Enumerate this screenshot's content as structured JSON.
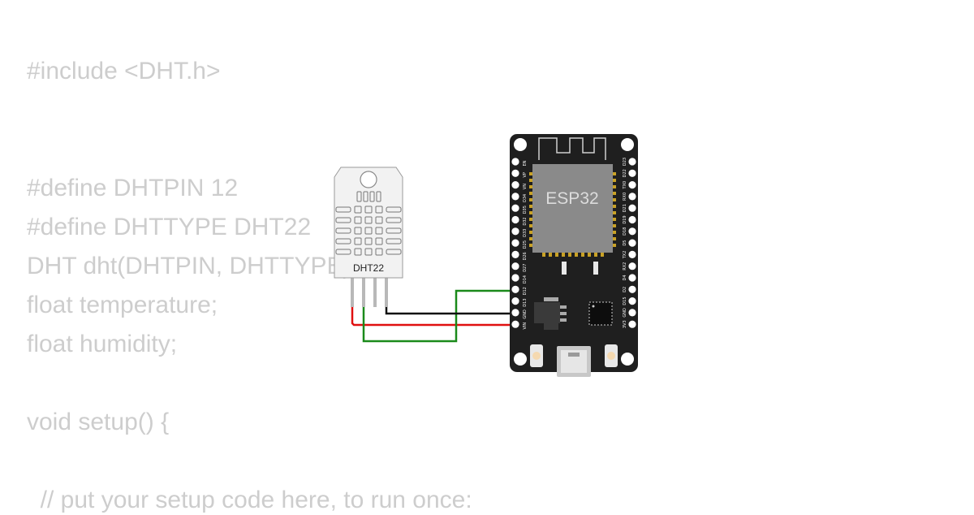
{
  "code": {
    "lines": [
      "#include <DHT.h>",
      "#define DHTPIN 12",
      "#define DHTTYPE DHT22",
      "DHT dht(DHTPIN, DHTTYPE);",
      "float temperature;",
      "float humidity;",
      "void setup() {",
      "  // put your setup code here, to run once:"
    ]
  },
  "sensor": {
    "label": "DHT22"
  },
  "board": {
    "chip_label": "ESP32",
    "left_pins": [
      "EN",
      "VP",
      "VN",
      "D34",
      "D35",
      "D32",
      "D33",
      "D25",
      "D26",
      "D27",
      "D14",
      "D12",
      "D13",
      "GND",
      "VIN"
    ],
    "right_pins": [
      "D23",
      "D22",
      "TX0",
      "RX0",
      "D21",
      "D19",
      "D18",
      "D5",
      "TX2",
      "RX2",
      "D4",
      "D2",
      "D15",
      "GND",
      "3V3"
    ]
  },
  "wires": [
    {
      "name": "data",
      "color": "#1a8a1a"
    },
    {
      "name": "ground",
      "color": "#111111"
    },
    {
      "name": "power",
      "color": "#e01010"
    }
  ],
  "colors": {
    "code_text": "#cdcdcd",
    "board": "#1f1f1f",
    "chip": "#8a8a8a",
    "sensor_body": "#f2f2f2"
  }
}
